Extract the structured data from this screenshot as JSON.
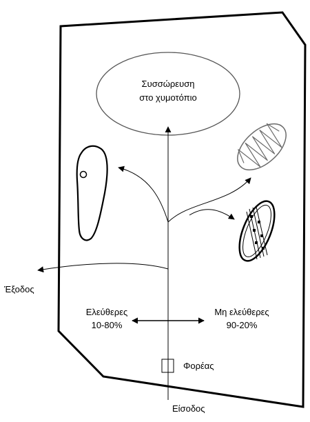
{
  "labels": {
    "vacuole_line1": "Συσσώρευση",
    "vacuole_line2": "στο χυμοτόπιο",
    "free_line1": "Ελεύθερες",
    "free_line2": "10-80%",
    "bound_line1": "Μη ελεύθερες",
    "bound_line2": "90-20%",
    "exit": "Έξοδος",
    "entry": "Είσοδος",
    "carrier": "Φορέας"
  },
  "colors": {
    "outline": "#000000",
    "organelle_gray": "#6a6a6a",
    "background": "#ffffff"
  }
}
